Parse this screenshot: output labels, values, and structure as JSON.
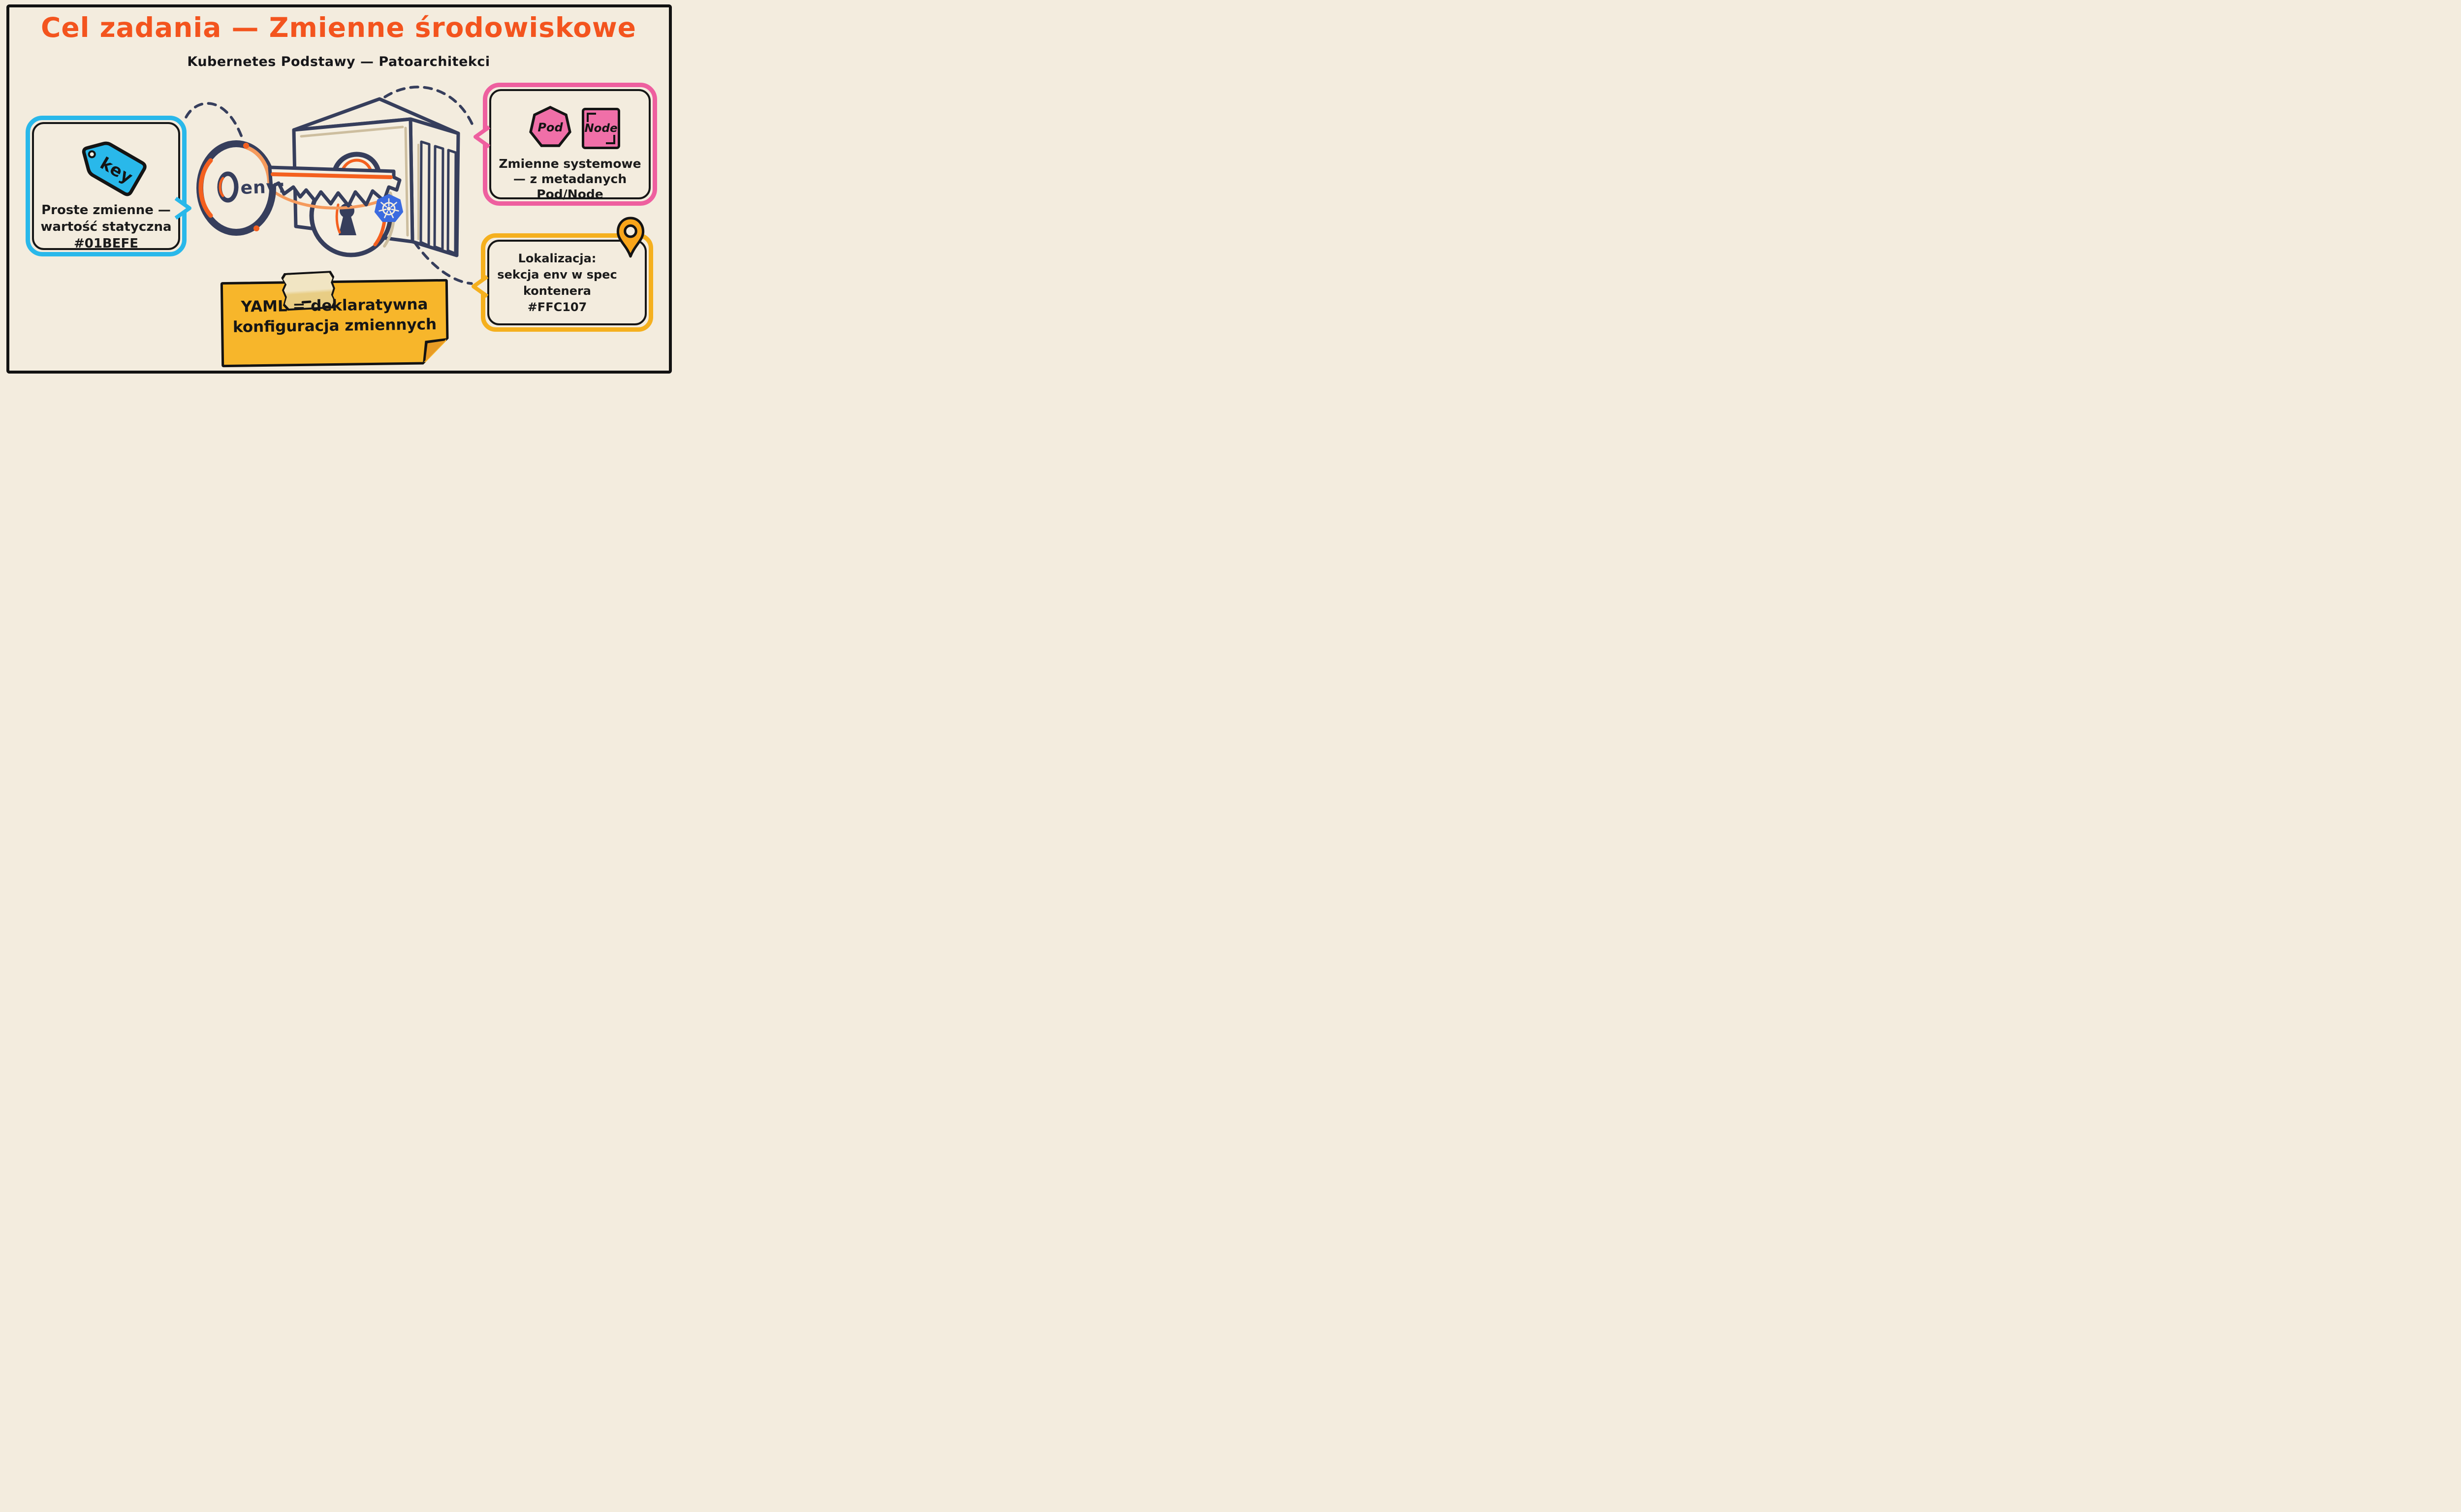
{
  "palette": {
    "background": "#F3ECDE",
    "ink": "#161616",
    "outline_navy": "#363E5C",
    "title_orange": "#F3541E",
    "accent_cyan": "#01BEFE",
    "accent_pink": "#EE5F9F",
    "accent_amber": "#FFC107",
    "note_yellow": "#F7B62B",
    "kubernetes_blue": "#326CE5",
    "key_orange": "#F4601F"
  },
  "header": {
    "title": "Cel zadania — Zmienne środowiskowe",
    "subtitle": "Kubernetes Podstawy — Patoarchitekci"
  },
  "center": {
    "key_label": "env:"
  },
  "bubbles": {
    "simple": {
      "tag_label": "key",
      "lines": [
        "Proste zmienne —",
        "wartość statyczna",
        "#01BEFE"
      ]
    },
    "system": {
      "pod_label": "Pod",
      "node_label": "Node",
      "lines": [
        "Zmienne systemowe",
        "— z metadanych",
        "Pod/Node"
      ]
    },
    "location": {
      "lines": [
        "Lokalizacja:",
        "sekcja env w spec",
        "kontenera",
        "#FFC107"
      ]
    }
  },
  "note": {
    "lines": [
      "YAML = deklaratywna",
      "konfiguracja zmiennych"
    ]
  }
}
